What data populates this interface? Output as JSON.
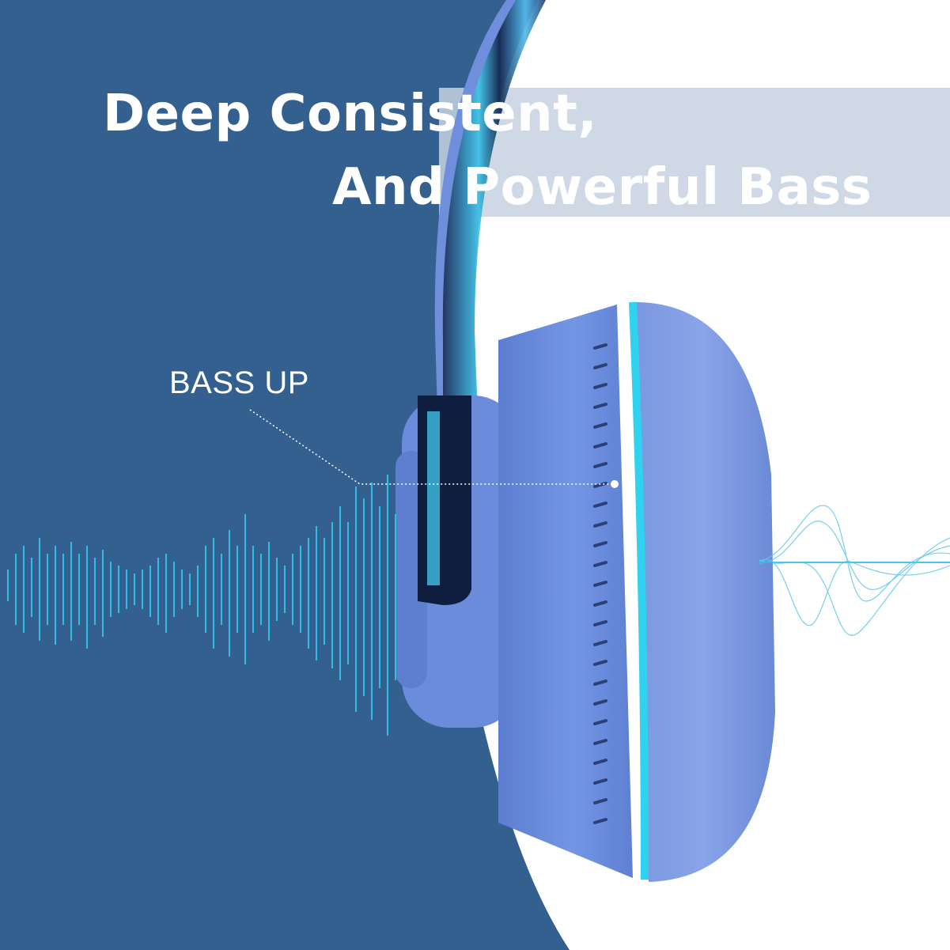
{
  "headline": {
    "line1": "Deep Consistent,",
    "line2": "And Powerful Bass"
  },
  "callout": {
    "label": "BASS UP"
  },
  "colors": {
    "background_navy": "#34608f",
    "headphone_blue": "#6f8fdc",
    "accent_cyan": "#2fd3f0",
    "banner_tint": "#c6d2e0",
    "white": "#ffffff"
  },
  "icons": {
    "product": "over-ear-headphones",
    "waveform": "sound-wave"
  }
}
